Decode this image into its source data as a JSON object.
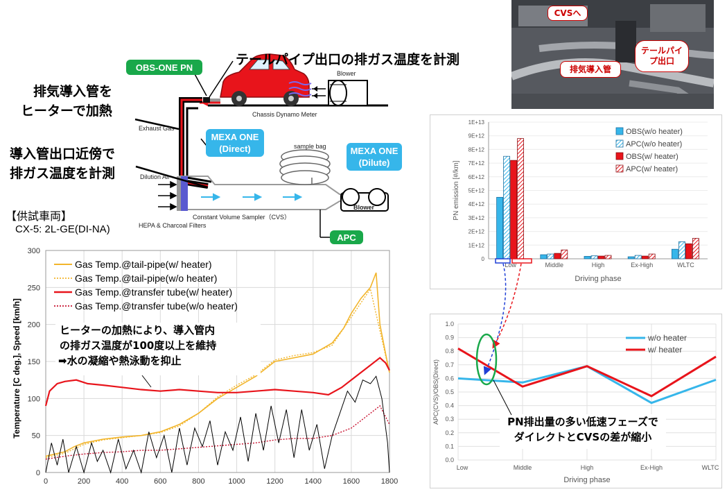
{
  "schematic": {
    "obs_label": "OBS-ONE PN",
    "title_tailpipe": "テールパイプ出口の排ガス温度を計測",
    "heating_label_1": "排気導入管を",
    "heating_label_2": "ヒーターで加熱",
    "measure_label_1": "導入管出口近傍で",
    "measure_label_2": "排ガス温度を計測",
    "mexa_direct_1": "MEXA ONE",
    "mexa_direct_2": "(Direct)",
    "mexa_dilute_1": "MEXA ONE",
    "mexa_dilute_2": "(Dilute)",
    "apc_label": "APC",
    "blower_top": "Blower",
    "blower_bottom": "Blower",
    "sample_bag": "sample bag",
    "exhaust_gas": "Exhaust Gas",
    "chassis_dyno": "Chassis Dynamo Meter",
    "dilution_air": "Dilution Air",
    "cvs_label": "Constant Volume Sampler（CVS）",
    "filters_label": "HEPA & Charcoal Filters",
    "test_vehicle_heading": "【供試車両】",
    "test_vehicle": "CX-5: 2L-GE(DI-NA)"
  },
  "photo": {
    "callout_cvs": "CVSへ",
    "callout_tailpipe_1": "テールパイ",
    "callout_tailpipe_2": "プ出口",
    "callout_intake": "排気導入管"
  },
  "annotations": {
    "heater_note_1": "ヒーターの加熱により、導入管内",
    "heater_note_2": "の排ガス温度が100度以上を維持",
    "heater_note_3": "➡水の凝縮や熱泳動を抑止",
    "ratio_note_1": "PN排出量の多い低速フェーズで",
    "ratio_note_2": "ダイレクトとCVSの差が縮小"
  },
  "colors": {
    "orange": "#f2b52b",
    "red": "#e8141b",
    "dark_red": "#c8102e",
    "blue": "#2b9fde",
    "cyan": "#36b6ea",
    "green": "#19a84a"
  },
  "chart_data": [
    {
      "type": "line",
      "ylabel": "Temperature [C deg.], Speed [km/h]",
      "xlim": [
        0,
        1800
      ],
      "ylim": [
        0,
        300
      ],
      "xticks": [
        "0",
        "200",
        "400",
        "600",
        "800",
        "1000",
        "1200",
        "1400",
        "1600",
        "1800"
      ],
      "yticks": [
        "0",
        "50",
        "100",
        "150",
        "200",
        "250",
        "300"
      ],
      "grid": true,
      "legend_position": "top-left",
      "series": [
        {
          "name": "Gas Temp.@tail-pipe(w/ heater)",
          "style": "solid-orange",
          "x": [
            0,
            50,
            100,
            150,
            200,
            300,
            400,
            500,
            600,
            700,
            800,
            900,
            1000,
            1100,
            1200,
            1300,
            1400,
            1500,
            1560,
            1600,
            1650,
            1700,
            1730,
            1750,
            1780,
            1800
          ],
          "y": [
            22,
            25,
            28,
            35,
            40,
            45,
            48,
            50,
            55,
            65,
            80,
            100,
            115,
            130,
            150,
            155,
            160,
            175,
            195,
            215,
            235,
            250,
            270,
            200,
            160,
            135
          ]
        },
        {
          "name": "Gas Temp.@tail-pipe(w/o heater)",
          "style": "dotted-orange",
          "x": [
            0,
            100,
            200,
            300,
            400,
            500,
            600,
            700,
            800,
            900,
            1000,
            1100,
            1200,
            1300,
            1400,
            1500,
            1600,
            1700,
            1800
          ],
          "y": [
            20,
            26,
            38,
            44,
            47,
            50,
            54,
            63,
            80,
            102,
            118,
            132,
            152,
            158,
            162,
            172,
            210,
            248,
            135
          ]
        },
        {
          "name": "Gas Temp.@transfer tube(w/ heater)",
          "style": "solid-red",
          "x": [
            0,
            20,
            60,
            100,
            160,
            220,
            300,
            400,
            500,
            600,
            700,
            800,
            900,
            1000,
            1100,
            1200,
            1300,
            1400,
            1480,
            1550,
            1600,
            1650,
            1700,
            1750,
            1780,
            1800
          ],
          "y": [
            90,
            110,
            120,
            123,
            125,
            120,
            118,
            115,
            112,
            110,
            112,
            110,
            108,
            108,
            110,
            112,
            110,
            108,
            105,
            115,
            125,
            135,
            145,
            155,
            148,
            138
          ]
        },
        {
          "name": "Gas Temp.@transfer tube(w/o heater)",
          "style": "dotted-red",
          "x": [
            0,
            100,
            200,
            300,
            400,
            500,
            600,
            700,
            800,
            900,
            1000,
            1100,
            1200,
            1300,
            1400,
            1500,
            1600,
            1700,
            1750,
            1800
          ],
          "y": [
            18,
            22,
            25,
            27,
            28,
            30,
            30,
            32,
            34,
            36,
            38,
            40,
            44,
            46,
            46,
            50,
            60,
            80,
            90,
            65
          ]
        },
        {
          "name": "",
          "style": "solid-black",
          "x": [
            0,
            30,
            60,
            90,
            120,
            160,
            200,
            240,
            270,
            300,
            340,
            380,
            420,
            460,
            500,
            540,
            580,
            620,
            660,
            700,
            740,
            780,
            820,
            860,
            900,
            940,
            980,
            1020,
            1060,
            1100,
            1140,
            1180,
            1220,
            1260,
            1300,
            1340,
            1380,
            1420,
            1460,
            1500,
            1540,
            1580,
            1620,
            1660,
            1700,
            1730,
            1760,
            1790,
            1800
          ],
          "y": [
            0,
            40,
            10,
            45,
            0,
            35,
            0,
            40,
            15,
            30,
            0,
            45,
            5,
            30,
            0,
            55,
            20,
            50,
            0,
            60,
            10,
            60,
            35,
            70,
            10,
            55,
            30,
            75,
            15,
            80,
            30,
            90,
            40,
            85,
            20,
            85,
            30,
            65,
            5,
            50,
            80,
            110,
            95,
            125,
            120,
            130,
            100,
            40,
            0
          ]
        }
      ]
    },
    {
      "type": "bar",
      "title": "",
      "xlabel": "Driving phase",
      "ylabel": "PN emission [#/km]",
      "categories": [
        "Low",
        "Middle",
        "High",
        "Ex-High",
        "WLTC"
      ],
      "ylim": [
        0,
        10000000000000.0
      ],
      "yticks": [
        "0",
        "1E+12",
        "2E+12",
        "3E+12",
        "4E+12",
        "5E+12",
        "6E+12",
        "7E+12",
        "8E+12",
        "9E+12",
        "1E+13"
      ],
      "legend_position": "top-right",
      "series": [
        {
          "name": "OBS(w/o heater)",
          "style": "solid-blue",
          "values": [
            4500000000000.0,
            300000000000.0,
            180000000000.0,
            150000000000.0,
            700000000000.0
          ]
        },
        {
          "name": "APC(w/o heater)",
          "style": "hatched-blue",
          "values": [
            7500000000000.0,
            350000000000.0,
            220000000000.0,
            250000000000.0,
            1250000000000.0
          ]
        },
        {
          "name": "OBS(w/ heater)",
          "style": "solid-red",
          "values": [
            7200000000000.0,
            400000000000.0,
            200000000000.0,
            200000000000.0,
            1100000000000.0
          ]
        },
        {
          "name": "APC(w/ heater)",
          "style": "hatched-red",
          "values": [
            8800000000000.0,
            650000000000.0,
            250000000000.0,
            350000000000.0,
            1500000000000.0
          ]
        }
      ]
    },
    {
      "type": "line",
      "xlabel": "Driving phase",
      "ylabel": "APC(CVS)/OBS(Direct)",
      "categories": [
        "Low",
        "Middle",
        "High",
        "Ex-High",
        "WLTC"
      ],
      "ylim": [
        0,
        1.0
      ],
      "yticks": [
        "0.0",
        "0.1",
        "0.2",
        "0.3",
        "0.4",
        "0.5",
        "0.6",
        "0.7",
        "0.8",
        "0.9",
        "1.0"
      ],
      "grid": true,
      "legend_position": "top-right",
      "series": [
        {
          "name": "w/o heater",
          "style": "solid-blue",
          "values": [
            0.6,
            0.57,
            0.69,
            0.42,
            0.59
          ]
        },
        {
          "name": "w/ heater",
          "style": "solid-red",
          "values": [
            0.82,
            0.54,
            0.69,
            0.47,
            0.76
          ]
        }
      ]
    }
  ]
}
